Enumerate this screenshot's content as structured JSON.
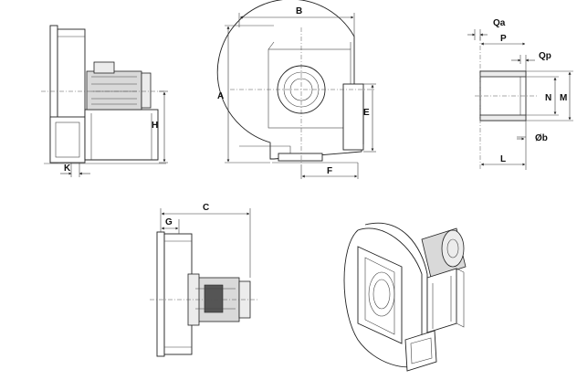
{
  "labels": {
    "B": "B",
    "A": "A",
    "E": "E",
    "F": "F",
    "H": "H",
    "K": "K",
    "Qa": "Qa",
    "P": "P",
    "Qp": "Qp",
    "N": "N",
    "M": "M",
    "Ob": "Øb",
    "L": "L",
    "C": "C",
    "G": "G"
  }
}
